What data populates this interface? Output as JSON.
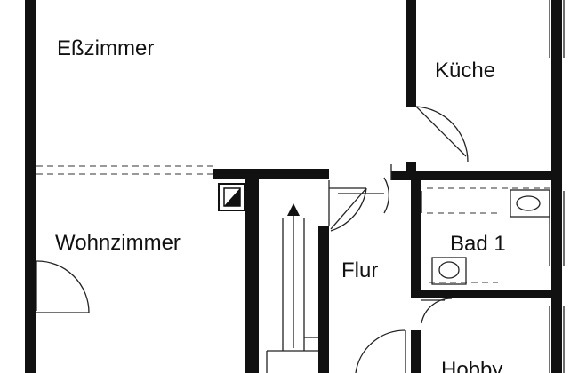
{
  "rooms": {
    "esszimmer": "Eßzimmer",
    "kueche": "Küche",
    "wohnzimmer": "Wohnzimmer",
    "flur": "Flur",
    "bad": "Bad 1",
    "hobby": "Hobby"
  },
  "colors": {
    "wall": "#111111",
    "background": "#ffffff"
  }
}
